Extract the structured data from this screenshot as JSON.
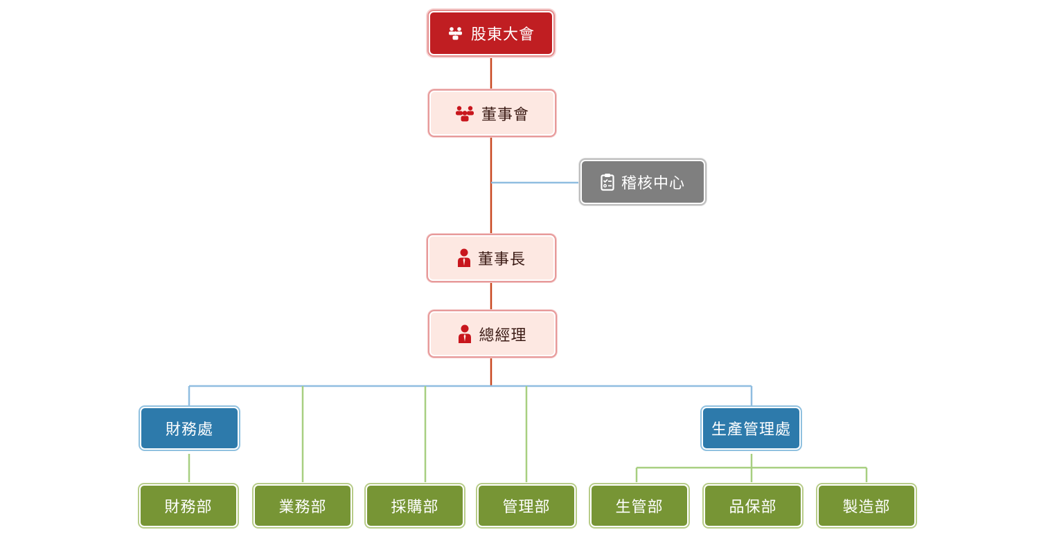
{
  "nodes": {
    "shareholders": "股東大會",
    "board": "董事會",
    "audit": "稽核中心",
    "chairman": "董事長",
    "gm": "總經理",
    "finance_office": "財務處",
    "production_office": "生產管理處",
    "finance_dept": "財務部",
    "sales_dept": "業務部",
    "purchasing_dept": "採購部",
    "admin_dept": "管理部",
    "production_control_dept": "生管部",
    "quality_dept": "品保部",
    "manufacturing_dept": "製造部"
  },
  "icons": {
    "shareholders": "group-icon",
    "board": "group-icon",
    "audit": "clipboard-checklist-icon",
    "chairman": "person-icon",
    "gm": "person-icon"
  },
  "colors": {
    "top_fill": "#c01e22",
    "pink_fill": "#fde8e2",
    "gray_fill": "#7f7f7f",
    "blue_fill": "#2d7aab",
    "green_fill": "#779535",
    "red_line": "#c8461e",
    "blue_line": "#8fbde0",
    "green_line": "#a7cf80"
  }
}
